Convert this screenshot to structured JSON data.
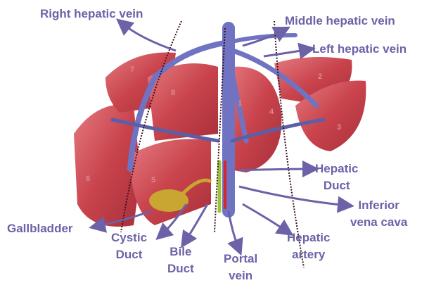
{
  "labels": {
    "right_hepatic_vein": "Right hepatic vein",
    "middle_hepatic_vein": "Middle hepatic vein",
    "left_hepatic_vein": "Left hepatic vein",
    "hepatic_duct": [
      "Hepatic",
      "Duct"
    ],
    "inferior_vena_cava": [
      "Inferior",
      "vena cava"
    ],
    "gallbladder": "Gallbladder",
    "cystic_duct": [
      "Cystic",
      "Duct"
    ],
    "bile_duct": [
      "Bile",
      "Duct"
    ],
    "portal_vein": [
      "Portal",
      "vein"
    ],
    "hepatic_artery": [
      "Hepatic",
      "artery"
    ]
  },
  "segments": [
    "7",
    "8",
    "1",
    "4",
    "2",
    "3",
    "6",
    "5"
  ],
  "colors": {
    "label": "#6b62a8",
    "liver": "#c9434c",
    "vein": "#6f73c2",
    "artery": "#d8262a",
    "duct": "#9bc43b",
    "gallbladder": "#c9a531"
  }
}
